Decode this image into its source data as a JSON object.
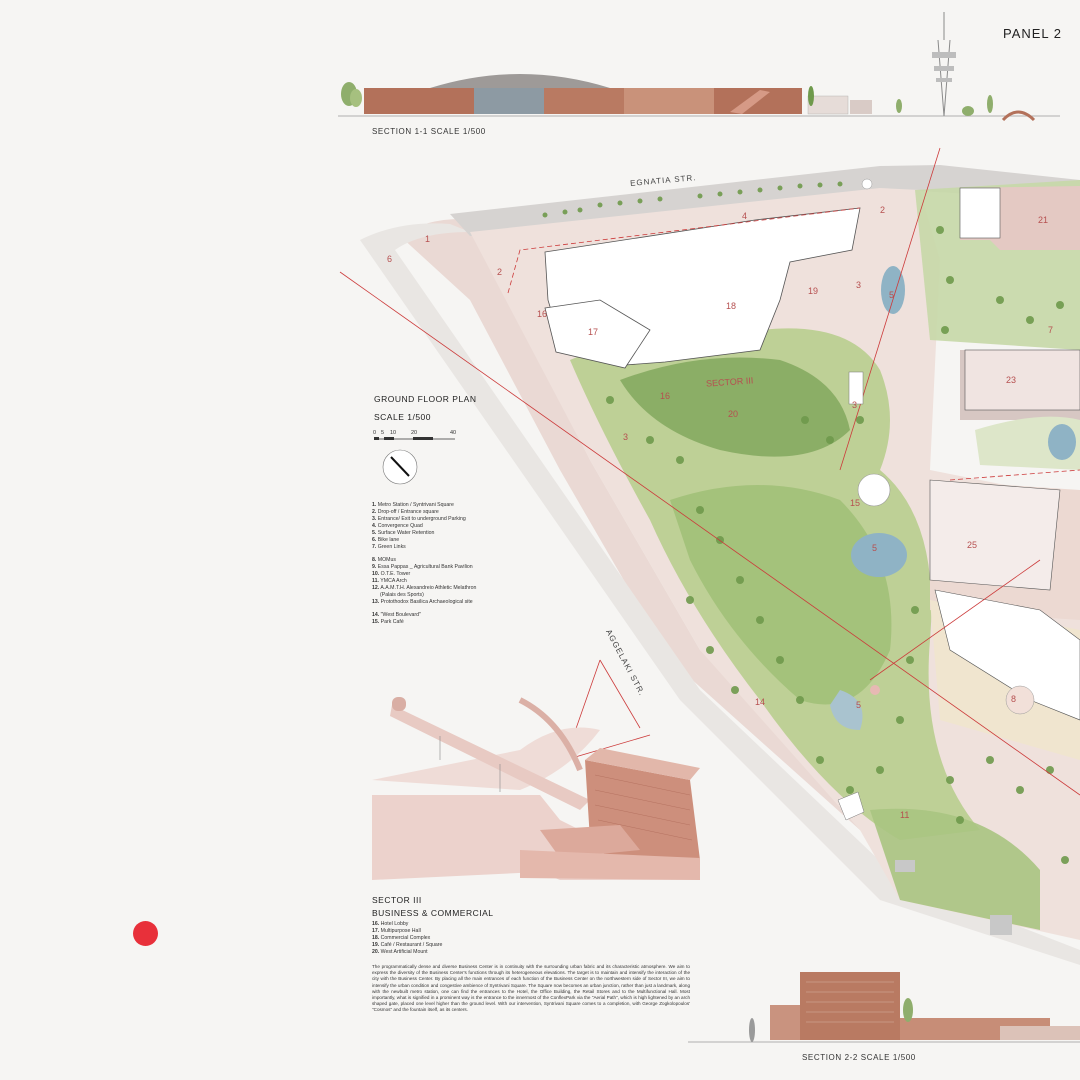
{
  "panel_title": "PANEL 2",
  "section1_caption": "SECTION 1-1    SCALE 1/500",
  "section2_caption": "SECTION 2-2    SCALE 1/500",
  "plan": {
    "title": "GROUND FLOOR PLAN",
    "scale": "SCALE 1/500",
    "scalebar_labels": [
      "0",
      "5",
      "10",
      "20",
      "40"
    ]
  },
  "streets": {
    "egnatia": "EGNATIA STR.",
    "aggelaki": "AGGELAKI STR."
  },
  "legend_group1": [
    {
      "num": "1.",
      "text": "Metro Station / Syntrivani Square"
    },
    {
      "num": "2.",
      "text": "Drop-off / Entrance square"
    },
    {
      "num": "3.",
      "text": "Entrance/ Exit to underground Parking"
    },
    {
      "num": "4.",
      "text": "Convergence Quad"
    },
    {
      "num": "5.",
      "text": "Surface Water Retention"
    },
    {
      "num": "6.",
      "text": "Bike lane"
    },
    {
      "num": "7.",
      "text": "Green Links"
    }
  ],
  "legend_group2": [
    {
      "num": "8.",
      "text": "MOMus"
    },
    {
      "num": "9.",
      "text": "Essa Pappas _ Agricultural Bank Pavilion"
    },
    {
      "num": "10.",
      "text": "O.T.E. Tower"
    },
    {
      "num": "11.",
      "text": "YMCA Arch"
    },
    {
      "num": "12.",
      "text": "A.A.M.T.H. Alexandreio Athletic Melathron"
    },
    {
      "num": "",
      "text": "(Palais des Sports)"
    },
    {
      "num": "13.",
      "text": "Protothodox Basilica Archaeological site"
    }
  ],
  "legend_group3": [
    {
      "num": "14.",
      "text": "\"West Boulevard\""
    },
    {
      "num": "15.",
      "text": "Park Café"
    }
  ],
  "sector": {
    "title_line1": "SECTOR III",
    "title_line2": "BUSINESS & COMMERCIAL",
    "items": [
      {
        "num": "16.",
        "text": "Hotel Lobby"
      },
      {
        "num": "17.",
        "text": "Multipurpose Hall"
      },
      {
        "num": "18.",
        "text": "Commercial Complex"
      },
      {
        "num": "19.",
        "text": "Café / Restaurant / Square"
      },
      {
        "num": "20.",
        "text": "West Artificial Mount"
      }
    ],
    "description": "The programmatically dense and diverse Business Center is in continuity with the surrounding urban fabric and its characteristic atmosphere. We aim to express the diversity of the Business Center's functions through its heterogeneous elevations. The target is to maintain and intensify the interaction of the city with the Business Center. By placing all the main entrances of each function of the Business Center on the northwestern side of Sector III, we aim to intensify the urban condition and congestive ambience of Syntrivani Square. The Square now becomes an urban junction, rather than just a landmark, along with the newbuilt metro station, one can find the entrances to the Hotel, the Office Building, the Retail Stores and to the Multifunctional Hall. Most importantly, what is signified in a prominent way is the entrance to the innermost of the ConflexPark via the \"Aerial Path\", which is high lightened by an arch shaped gate, placed one level higher than the ground level. With our intervention, Syntrivani Square comes to a completion, with George Zogkolopoulos' \"Cosmos\" and the fountain itself, as its centers."
  },
  "plan_numbers": {
    "n1": "1",
    "n2": "2",
    "n3": "3",
    "n4": "4",
    "n5": "5",
    "n6": "6",
    "n7": "7",
    "n8": "8",
    "n11": "11",
    "n14": "14",
    "n15": "15",
    "n16": "16",
    "n17": "17",
    "n18": "18",
    "n19": "19",
    "n20": "20",
    "n21": "21",
    "n23": "23",
    "n25": "25",
    "sector_label": "SECTOR III"
  },
  "colors": {
    "background": "#f6f5f3",
    "brick": "#b87a63",
    "pink_ground": "#ecd2cc",
    "green_dark": "#6f9a4c",
    "green_light": "#b5cc8a",
    "water": "#8fb3c5",
    "red_line": "#cc3b3b",
    "grey_road": "#c9c6c4",
    "red_dot": "#e8303a"
  }
}
